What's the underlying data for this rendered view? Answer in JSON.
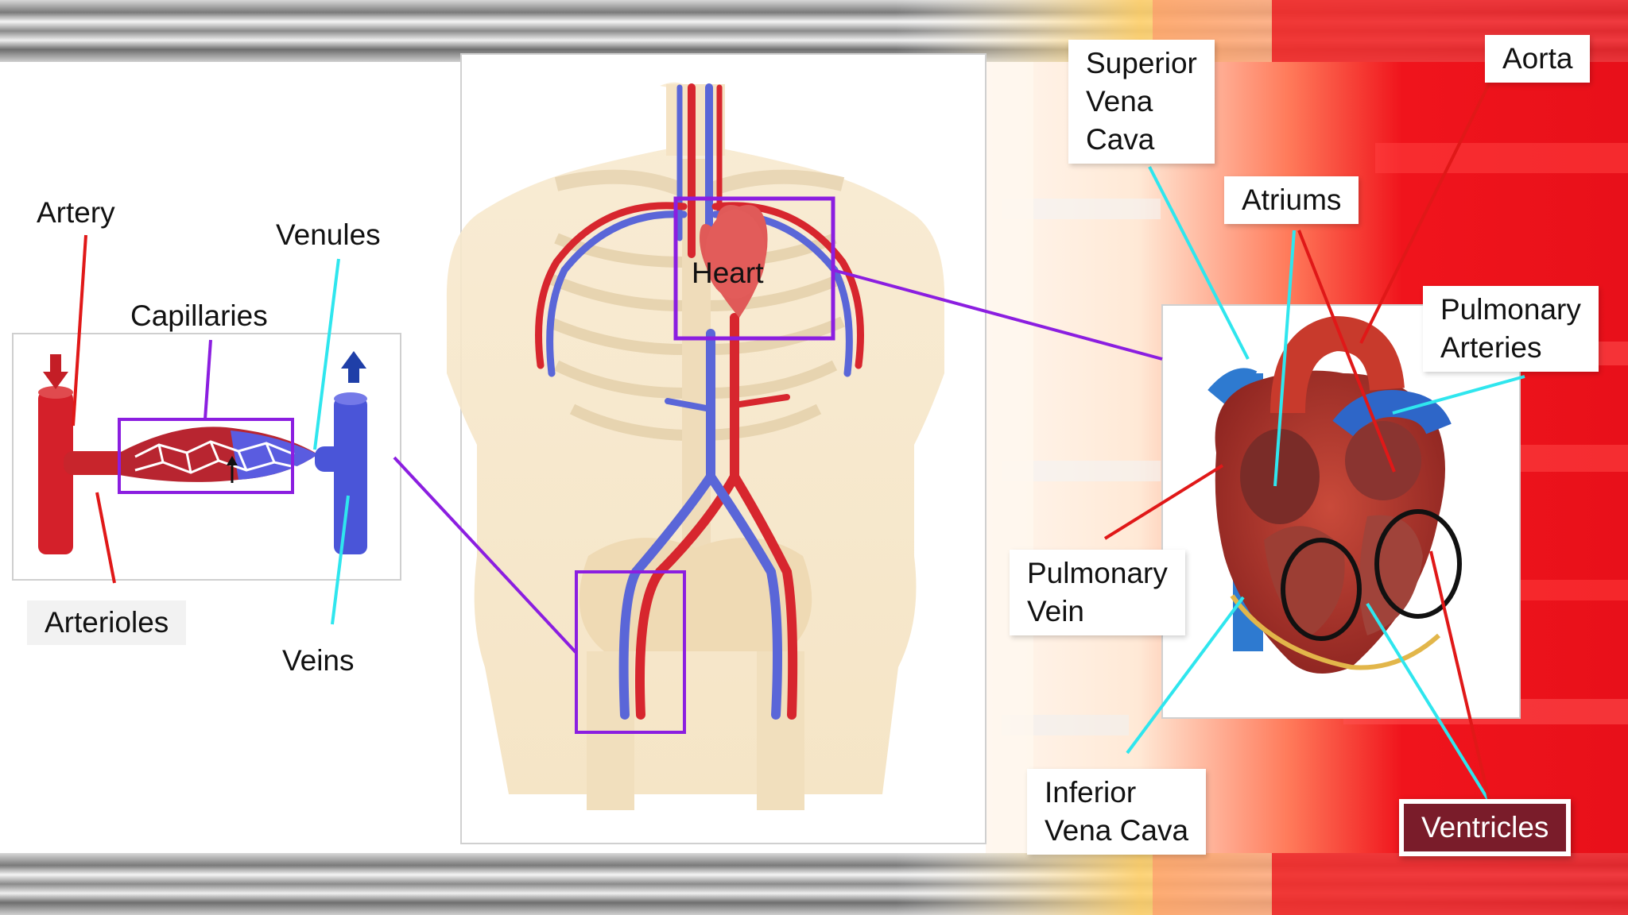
{
  "labels": {
    "artery": "Artery",
    "venules": "Venules",
    "capillaries": "Capillaries",
    "arterioles": "Arterioles",
    "veins": "Veins",
    "heart": "Heart",
    "superior_vena_cava": "Superior\nVena\nCava",
    "aorta": "Aorta",
    "atriums": "Atriums",
    "pulmonary_arteries": "Pulmonary\nArteries",
    "pulmonary_vein": "Pulmonary\nVein",
    "inferior_vena_cava": "Inferior\nVena Cava",
    "ventricles": "Ventricles"
  },
  "colors": {
    "callout_purple": "#8b1ee0",
    "callout_cyan": "#2fe6ee",
    "callout_red": "#e01818",
    "artery_red": "#d4202a",
    "vein_blue": "#4a55d8",
    "heart_panel_red": "#e8101a",
    "ventricles_bg": "#7a1c2a"
  }
}
